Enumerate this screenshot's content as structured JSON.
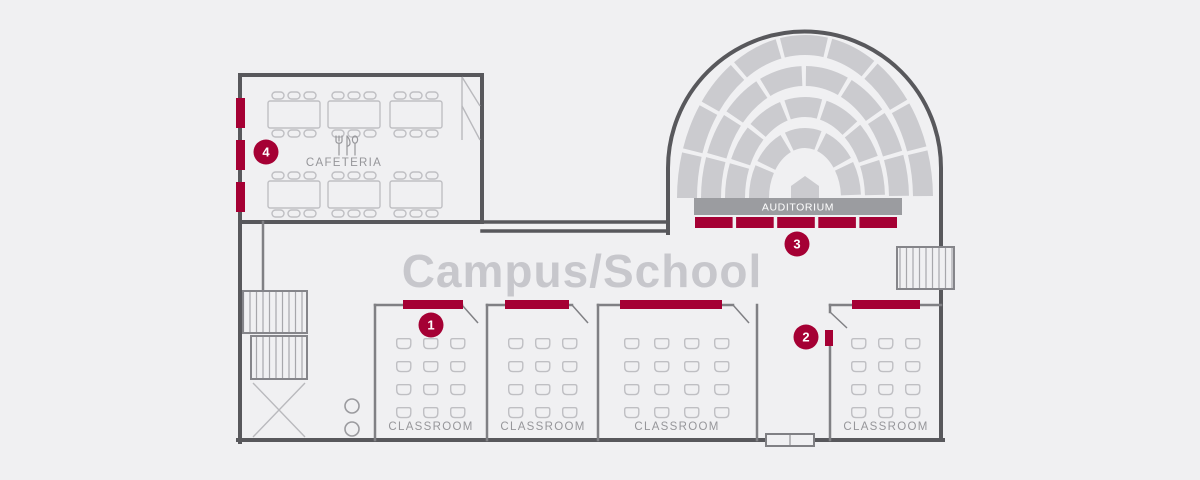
{
  "title": "Campus/School",
  "rooms": {
    "cafeteria": {
      "label": "CAFETERIA",
      "icon": "utensils-icon"
    },
    "auditorium": {
      "label": "AUDITORIUM"
    },
    "classrooms": [
      {
        "label": "CLASSROOM"
      },
      {
        "label": "CLASSROOM"
      },
      {
        "label": "CLASSROOM"
      },
      {
        "label": "CLASSROOM"
      }
    ]
  },
  "markers": [
    {
      "number": "1"
    },
    {
      "number": "2"
    },
    {
      "number": "3"
    },
    {
      "number": "4"
    }
  ],
  "colors": {
    "background": "#f0f0f2",
    "wall": "#58585c",
    "interior_wall": "#808084",
    "furniture": "#bfbfc3",
    "seating": "#cbcbcf",
    "label_bar": "#9b9ca0",
    "accent": "#a50034",
    "title_text": "#c7c7cc",
    "room_text": "#96969a",
    "marker_text": "#ffffff"
  }
}
